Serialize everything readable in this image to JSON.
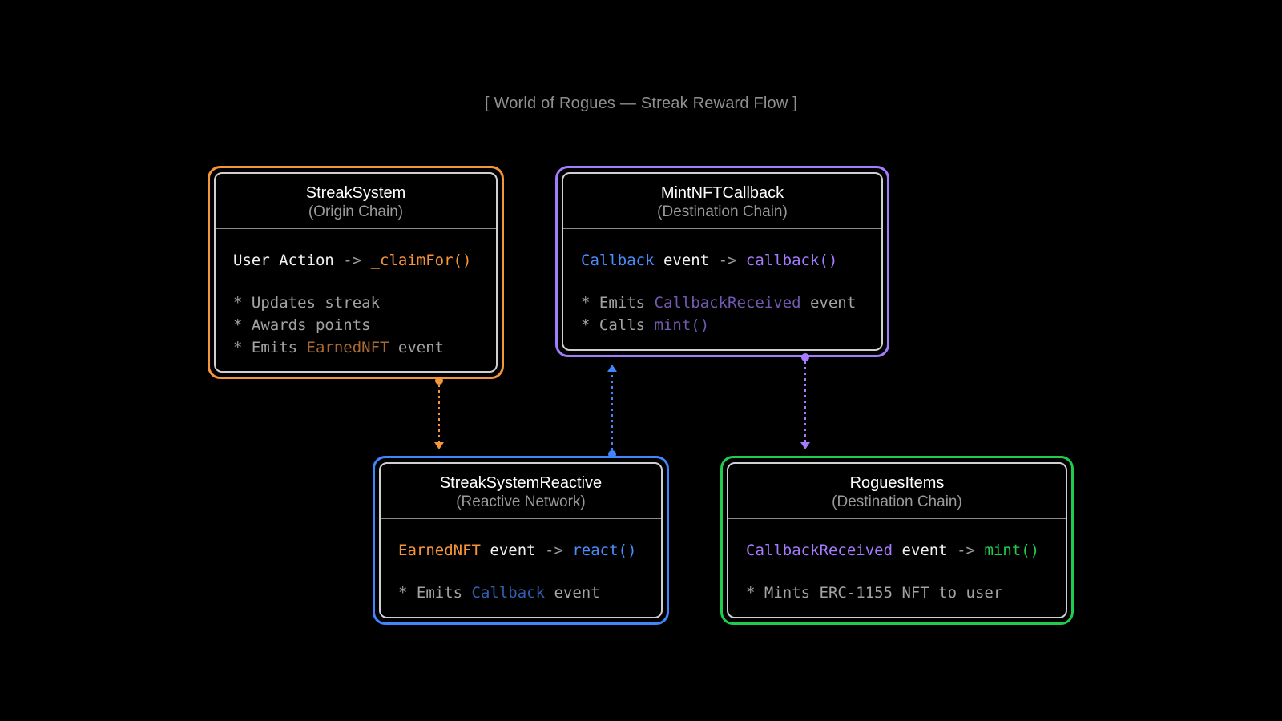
{
  "title": "[ World of Rogues — Streak Reward Flow ]",
  "colors": {
    "background": "#000000",
    "orange": "#f7953a",
    "purple": "#a57cff",
    "blue": "#3f86ff",
    "green": "#1fcc4c"
  },
  "nodes": {
    "streak_system": {
      "name": "StreakSystem",
      "chain": "(Origin Chain)",
      "code": [
        {
          "text": "User Action",
          "color": "#f2f2f2"
        },
        {
          "text": " -> ",
          "color": "#9a9a9a"
        },
        {
          "text": "_claimFor()",
          "color": "#f7953a"
        }
      ],
      "notes": [
        [
          {
            "text": "* Updates streak"
          }
        ],
        [
          {
            "text": "* Awards points"
          }
        ],
        [
          {
            "text": "* Emits "
          },
          {
            "text": "EarnedNFT",
            "color": "#a86a32"
          },
          {
            "text": " event"
          }
        ]
      ]
    },
    "mint_nft_callback": {
      "name": "MintNFTCallback",
      "chain": "(Destination Chain)",
      "code": [
        {
          "text": "Callback",
          "color": "#4a8dff"
        },
        {
          "text": " event",
          "color": "#f2f2f2"
        },
        {
          "text": " -> ",
          "color": "#9a9a9a"
        },
        {
          "text": "callback()",
          "color": "#a57cff"
        }
      ],
      "notes": [
        [
          {
            "text": "* Emits "
          },
          {
            "text": "CallbackReceived",
            "color": "#7259b0"
          },
          {
            "text": " event"
          }
        ],
        [
          {
            "text": "* Calls "
          },
          {
            "text": "mint()",
            "color": "#7259b0"
          }
        ]
      ]
    },
    "streak_system_reactive": {
      "name": "StreakSystemReactive",
      "chain": "(Reactive Network)",
      "code": [
        {
          "text": "EarnedNFT",
          "color": "#f7953a"
        },
        {
          "text": " event",
          "color": "#f2f2f2"
        },
        {
          "text": " -> ",
          "color": "#9a9a9a"
        },
        {
          "text": "react()",
          "color": "#4a8dff"
        }
      ],
      "notes": [
        [
          {
            "text": "* Emits "
          },
          {
            "text": "Callback",
            "color": "#2f5fb0"
          },
          {
            "text": " event"
          }
        ]
      ]
    },
    "rogues_items": {
      "name": "RoguesItems",
      "chain": "(Destination Chain)",
      "code": [
        {
          "text": "CallbackReceived",
          "color": "#a57cff"
        },
        {
          "text": " event",
          "color": "#f2f2f2"
        },
        {
          "text": " -> ",
          "color": "#9a9a9a"
        },
        {
          "text": "mint()",
          "color": "#1fcc4c"
        }
      ],
      "notes": [
        [
          {
            "text": "* Mints ERC-1155 NFT to user"
          }
        ]
      ]
    }
  }
}
